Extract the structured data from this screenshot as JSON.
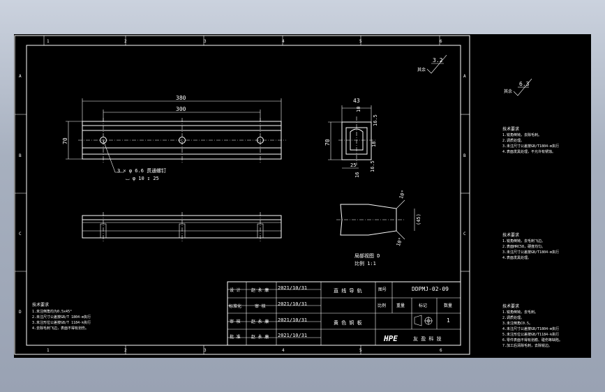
{
  "frame": {
    "col_numbers": [
      "1",
      "2",
      "3",
      "4",
      "5",
      "6"
    ],
    "row_letters": [
      "A",
      "B",
      "C",
      "D"
    ]
  },
  "dimensions": {
    "front_overall": "380",
    "front_holes": "300",
    "front_height": "70",
    "hole_callout_1": "3 × φ 6.6 贯通螺钉",
    "hole_callout_2": "⌴ φ 10 ↧ 25",
    "side_width": "43",
    "side_top": "10",
    "side_height": "70",
    "side_r1": "16.5",
    "side_r2": "18",
    "side_b1": "25",
    "side_l1": "16.5",
    "side_l2": "16",
    "detail_angle_top": "10°",
    "detail_angle_bottom": "10°",
    "detail_height": "(45)"
  },
  "notes": {
    "roughness_main_label": "其余",
    "roughness_main_value": "3.2",
    "roughness_side_label": "其余",
    "roughness_side_value": "6.3",
    "view_note_1": "局部视图 D",
    "view_note_2": "比例 1:1",
    "req_left": [
      "技术要求",
      "1.未注倒角均为0.5x45°",
      "2.未注尺寸公差按GB/T 1804-m执行",
      "3.未注形位公差按GB/T 1184-k执行",
      "4.去除毛刺飞边，表面不得有划伤。"
    ],
    "req_side_1": [
      "技术要求",
      "1.锐角倒钝，去除毛刺。",
      "2.调质处理。",
      "3.未注尺寸公差按GB/T1804-m执行",
      "4.表面发黑处理，不允许有锈蚀。"
    ],
    "req_side_2": [
      "技术要求",
      "1.锐角倒钝，去毛刺飞边。",
      "2.表面HRC58，硬度均匀。",
      "3.未注尺寸公差按GB/T1804-m执行",
      "4.表面发黑处理。"
    ],
    "req_side_3": [
      "技术要求",
      "1.锐角倒钝，去毛刺。",
      "2.调质处理。",
      "3.未注倒角C0.5。",
      "4.未注尺寸公差按GB/T1804-m执行",
      "5.未注形位公差按GB/T1184-k执行",
      "6.零件表面不得有划痕、碰伤等缺陷。",
      "7.加工后清除毛刺，去除锐边。"
    ]
  },
  "title_block": {
    "r1_role": "设 计",
    "r1_name": "赵 永 康",
    "r1_date": "2021/10/31",
    "r2_role": "标准化",
    "r2_name": "审 核",
    "r2_date": "2021/10/31",
    "r3_role": "审 核",
    "r3_name": "赵 永 康",
    "r3_date": "2021/10/31",
    "r4_role": "批 准",
    "r4_name": "赵 永 康",
    "r4_date": "2021/10/31",
    "part_name": "直 线 导 轨",
    "material": "黄 色 铜 板",
    "code_label": "图号",
    "code": "DDPMJ-02-09",
    "h_scale": "比例",
    "h_weight": "重量",
    "h_mark": "标记",
    "h_qty": "数量",
    "qty": "1",
    "logo": "HPE",
    "company": "友 盈 科 技"
  }
}
